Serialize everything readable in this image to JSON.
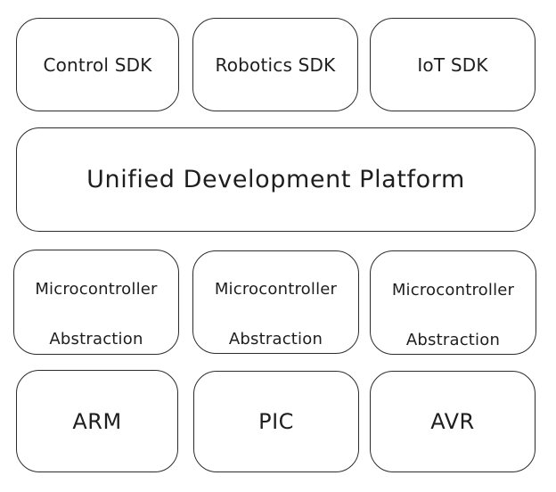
{
  "sdks": [
    {
      "label": "Control SDK"
    },
    {
      "label": "Robotics SDK"
    },
    {
      "label": "IoT SDK"
    }
  ],
  "platform": {
    "label": "Unified Development Platform"
  },
  "abstractions": [
    {
      "line1": "Microcontroller",
      "line2": "Abstraction"
    },
    {
      "line1": "Microcontroller",
      "line2": "Abstraction"
    },
    {
      "line1": "Microcontroller",
      "line2": "Abstraction"
    }
  ],
  "chips": [
    {
      "label": "ARM"
    },
    {
      "label": "PIC"
    },
    {
      "label": "AVR"
    }
  ]
}
